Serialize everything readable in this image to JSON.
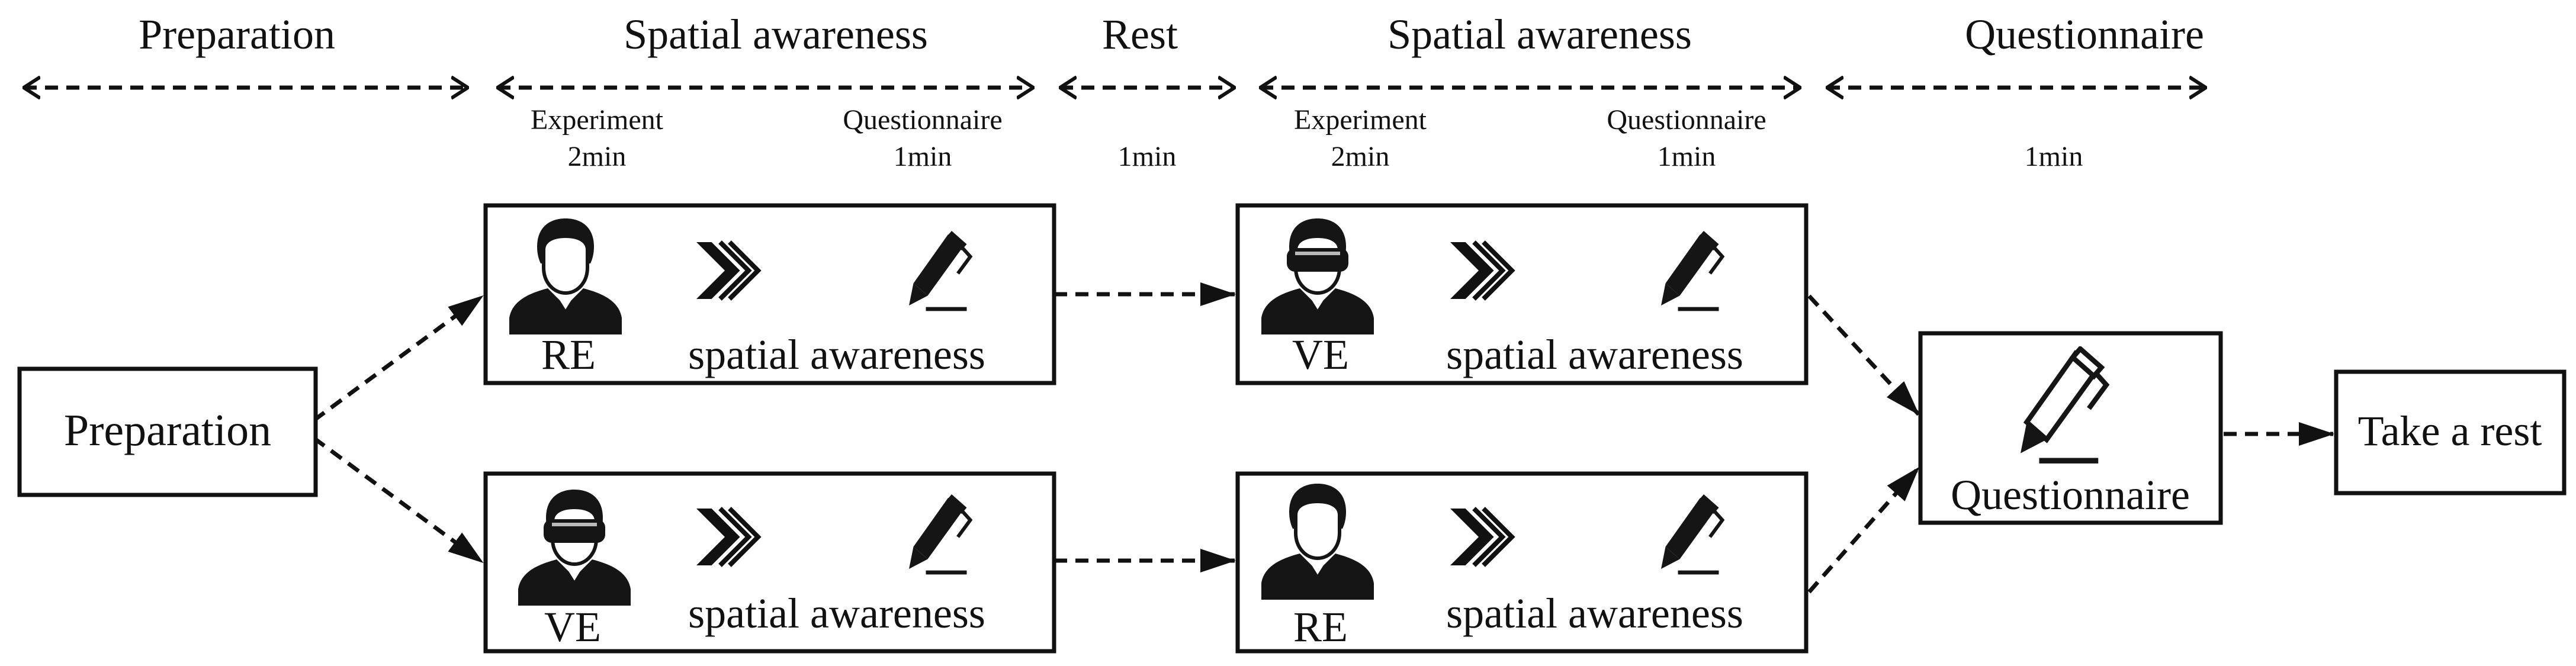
{
  "timeline": {
    "phases": [
      {
        "label": "Preparation"
      },
      {
        "label": "Spatial awareness",
        "sub": [
          {
            "line1": "Experiment",
            "line2": "2min"
          },
          {
            "line1": "Questionnaire",
            "line2": "1min"
          }
        ]
      },
      {
        "label": "Rest",
        "sub": [
          {
            "line1": "",
            "line2": "1min"
          }
        ]
      },
      {
        "label": "Spatial awareness",
        "sub": [
          {
            "line1": "Experiment",
            "line2": "2min"
          },
          {
            "line1": "Questionnaire",
            "line2": "1min"
          }
        ]
      },
      {
        "label": "Questionnaire",
        "sub": [
          {
            "line1": "",
            "line2": "1min"
          }
        ]
      }
    ]
  },
  "flow": {
    "preparation_label": "Preparation",
    "blocks": [
      {
        "env": "RE",
        "task": "spatial awareness",
        "headset": false
      },
      {
        "env": "VE",
        "task": "spatial awareness",
        "headset": true
      },
      {
        "env": "VE",
        "task": "spatial awareness",
        "headset": true
      },
      {
        "env": "RE",
        "task": "spatial awareness",
        "headset": false
      }
    ],
    "questionnaire_label": "Questionnaire",
    "rest_label": "Take a rest"
  },
  "icons": {
    "person": "person-icon",
    "person_headset": "vr-headset-person-icon",
    "next": "double-chevron-icon",
    "pen": "pen-icon"
  }
}
